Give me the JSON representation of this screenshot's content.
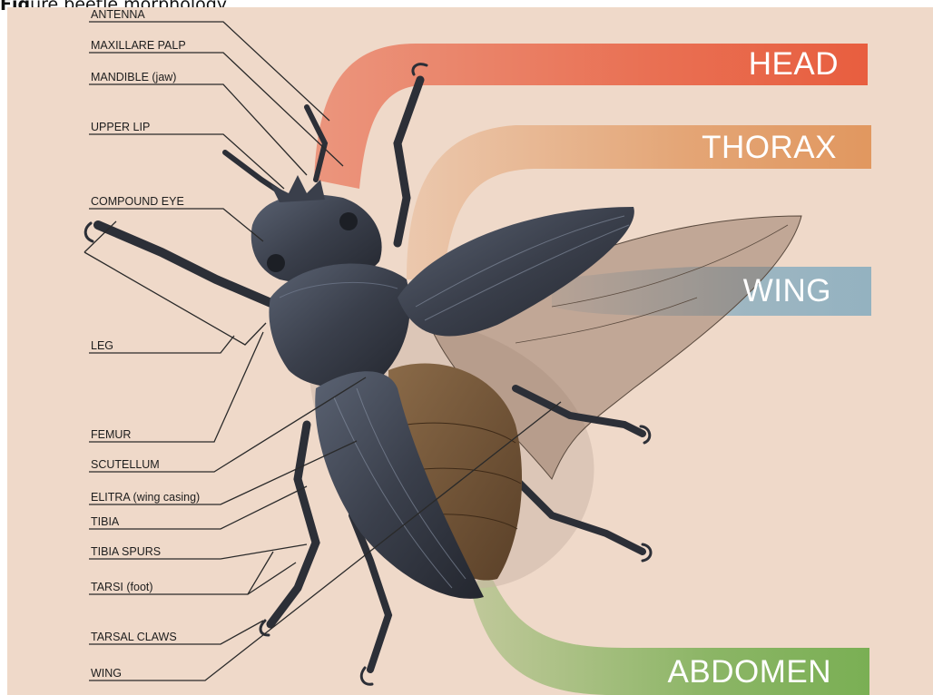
{
  "caption": {
    "bold_prefix": "Fig",
    "rest": "ure beetle morphology"
  },
  "colors": {
    "background": "#efd9c9",
    "head": "#e85e3f",
    "thorax": "#e0945a",
    "wing": "#8fb0c0",
    "abdomen": "#7aaf54",
    "leader_line": "#2a2a2a"
  },
  "bands": {
    "head": "HEAD",
    "thorax": "THORAX",
    "wing": "WING",
    "abdomen": "ABDOMEN"
  },
  "labels": {
    "antenna": "ANTENNA",
    "maxillare_palp": "MAXILLARE PALP",
    "mandible": "MANDIBLE (jaw)",
    "upper_lip": "UPPER LIP",
    "compound_eye": "COMPOUND EYE",
    "leg": "LEG",
    "femur": "FEMUR",
    "scutellum": "SCUTELLUM",
    "elitra": "ELITRA (wing casing)",
    "tibia": "TIBIA",
    "tibia_spurs": "TIBIA SPURS",
    "tarsi": "TARSI (foot)",
    "tarsal_claws": "TARSAL CLAWS",
    "wing": "WING"
  },
  "illustration": {
    "subject": "beetle-illustration"
  }
}
